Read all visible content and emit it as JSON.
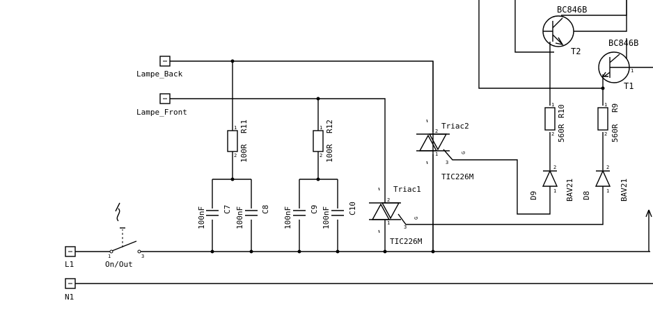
{
  "connectors": {
    "lamp_back": "Lampe_Back",
    "lamp_front": "Lampe_Front",
    "l1": "L1",
    "n1": "N1"
  },
  "switch": {
    "label": "On/Out"
  },
  "resistors": [
    {
      "ref": "R11",
      "value": "100R"
    },
    {
      "ref": "R12",
      "value": "100R"
    },
    {
      "ref": "R10",
      "value": "560R"
    },
    {
      "ref": "R9",
      "value": "560R"
    }
  ],
  "capacitors": [
    {
      "ref": "C7",
      "value": "100nF"
    },
    {
      "ref": "C8",
      "value": "100nF"
    },
    {
      "ref": "C9",
      "value": "100nF"
    },
    {
      "ref": "C10",
      "value": "100nF"
    }
  ],
  "triacs": [
    {
      "ref": "Triac1",
      "part": "TIC226M"
    },
    {
      "ref": "Triac2",
      "part": "TIC226M"
    }
  ],
  "transistors": [
    {
      "ref": "T2",
      "part": "BC846B"
    },
    {
      "ref": "T1",
      "part": "BC846B"
    }
  ],
  "diodes": [
    {
      "ref": "D9",
      "part": "BAV21"
    },
    {
      "ref": "D8",
      "part": "BAV21"
    }
  ],
  "pins": {
    "p1": "1",
    "p2": "2",
    "p3": "3",
    "g": "G"
  }
}
